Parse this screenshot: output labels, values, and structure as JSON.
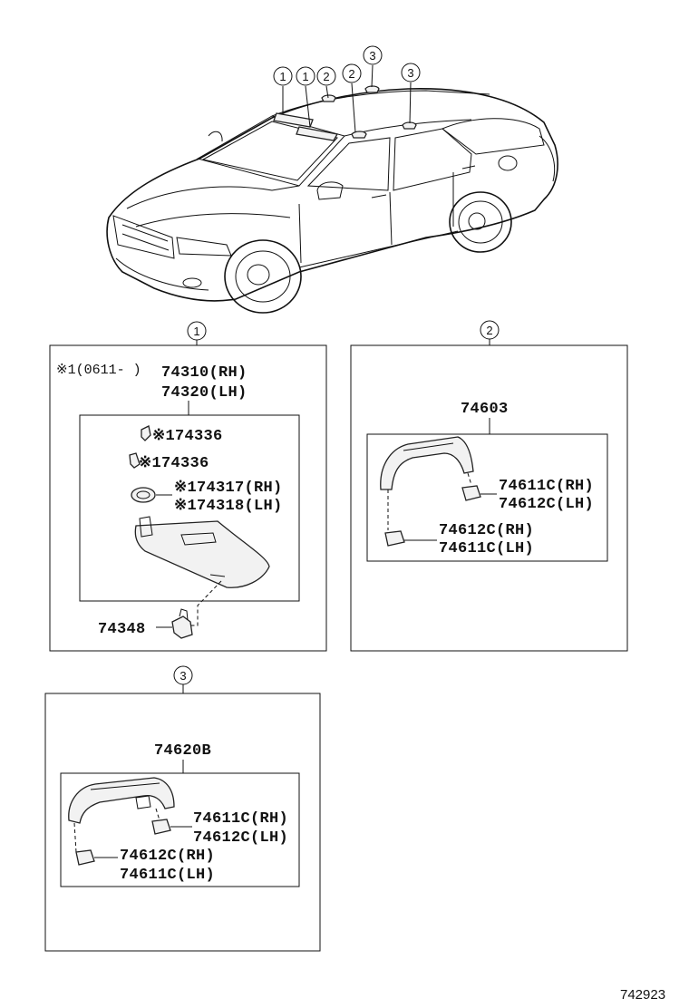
{
  "car_callouts": [
    "1",
    "1",
    "2",
    "2",
    "3",
    "3"
  ],
  "panel1": {
    "ref": "1",
    "note": "※1(0611-   )",
    "part_rh": "74310(RH)",
    "part_lh": "74320(LH)",
    "sub1": "※174336",
    "sub2": "※174336",
    "sub3": "※174317(RH)",
    "sub4": "※174318(LH)",
    "holder": "74348"
  },
  "panel2": {
    "ref": "2",
    "assy": "74603",
    "a1": "74611C(RH)",
    "a2": "74612C(LH)",
    "b1": "74612C(RH)",
    "b2": "74611C(LH)"
  },
  "panel3": {
    "ref": "3",
    "assy": "74620B",
    "a1": "74611C(RH)",
    "a2": "74612C(LH)",
    "b1": "74612C(RH)",
    "b2": "74611C(LH)"
  },
  "footer_code": "742923"
}
